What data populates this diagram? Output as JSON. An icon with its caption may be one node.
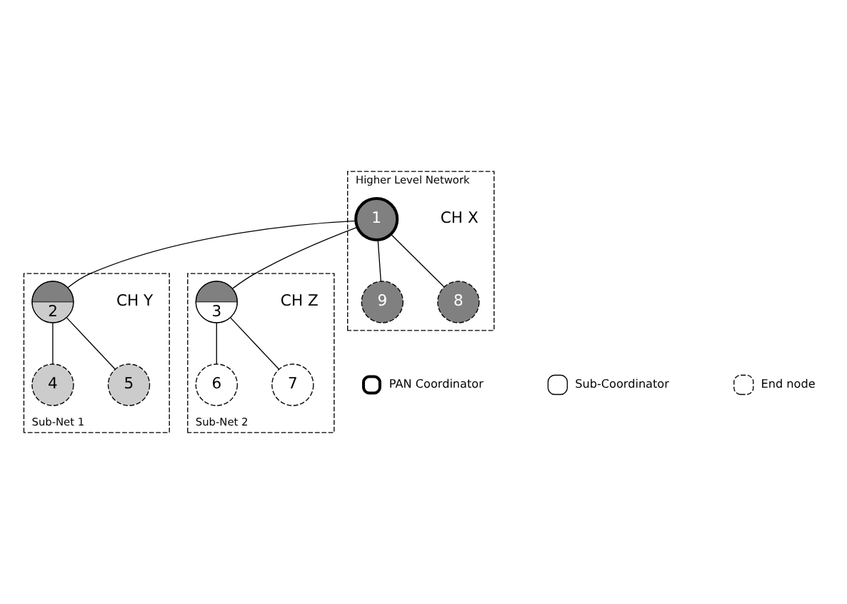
{
  "diagram": {
    "nodes": [
      {
        "text": [
          "Higher Level Network"
        ]
      },
      {
        "text": [
          "1"
        ],
        "in": 0,
        "beside": [
          "CH X"
        ]
      },
      {
        "text": [
          "9"
        ],
        "in": 0
      },
      {
        "text": [
          "8"
        ],
        "in": 0
      },
      {
        "text": [
          "Sub-Net 1"
        ]
      },
      {
        "text": [
          "Sub-Net 2"
        ]
      },
      {
        "text": [
          "2"
        ],
        "in": 4,
        "beside": [
          "CH Y"
        ]
      },
      {
        "text": [
          "3"
        ],
        "in": 5,
        "beside": [
          "CH Z"
        ]
      },
      {
        "text": [
          "4"
        ],
        "in": 4
      },
      {
        "text": [
          "5"
        ],
        "in": 4
      },
      {
        "text": [
          "6"
        ],
        "in": 5
      },
      {
        "text": [
          "7"
        ],
        "in": 5
      }
    ],
    "edges": [
      {
        "from": 1,
        "to": 2,
        "arrow": "none"
      },
      {
        "from": 1,
        "to": 3,
        "arrow": "none"
      },
      {
        "from": 1,
        "to": 6,
        "arrow": "none"
      },
      {
        "from": 1,
        "to": 7,
        "arrow": "none"
      },
      {
        "from": 6,
        "to": 8,
        "arrow": "none"
      },
      {
        "from": 6,
        "to": 9,
        "arrow": "none"
      },
      {
        "from": 7,
        "to": 10,
        "arrow": "none"
      },
      {
        "from": 7,
        "to": 11,
        "arrow": "none"
      }
    ],
    "legend": [
      {
        "text": "PAN Coordinator"
      },
      {
        "text": "Sub-Coordinator"
      },
      {
        "text": "End node"
      }
    ]
  }
}
